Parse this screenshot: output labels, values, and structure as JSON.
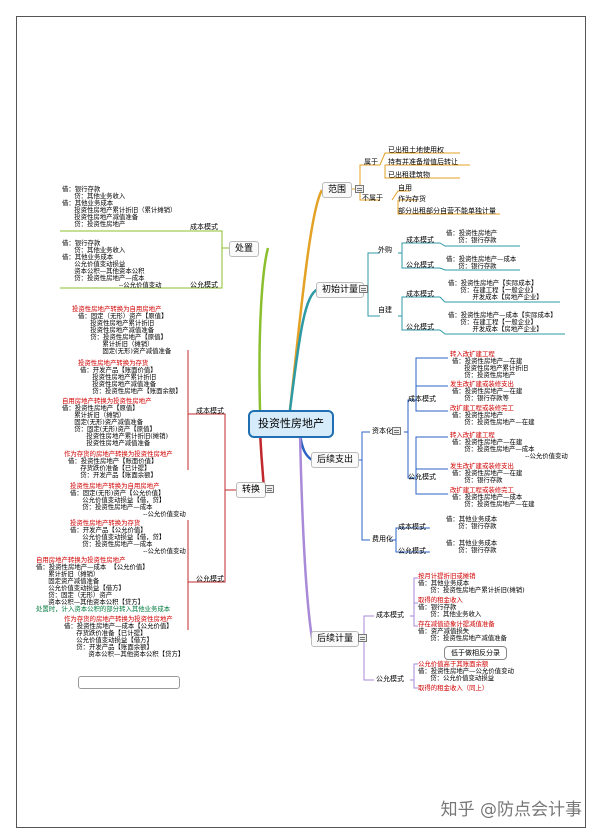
{
  "center": "投资性房地产",
  "main_nodes": {
    "scope": "范围",
    "initial": "初始计量",
    "disposal": "处置",
    "conversion": "转换",
    "subsequent_exp": "后续支出",
    "subsequent_meas": "后续计量"
  },
  "scope": {
    "belongs": "属于",
    "belongs_items": [
      "已出租土地使用权",
      "持有并准备增值后转让",
      "已出租建筑物"
    ],
    "not_belongs": "不属于",
    "not_items": [
      "自用",
      "作为存货",
      "部分出租部分自营不能单独计量"
    ]
  },
  "initial": {
    "purchased": "外购",
    "self_built": "自建",
    "cost_mode": "成本模式",
    "fair_mode": "公允模式",
    "p_cost": [
      "借：投资性房地产",
      "      贷：银行存款"
    ],
    "p_fair": [
      "借：投资性房地产—成本",
      "      贷：银行存款"
    ],
    "s_cost": [
      "借：投资性房地产【实际成本】",
      "      贷：在建工程【一般企业】",
      "            开发成本【房地产企业】"
    ],
    "s_fair": [
      "借：投资性房地产—成本【实际成本】",
      "      贷：在建工程【一般企业】",
      "            开发成本【房地产企业】"
    ]
  },
  "disposal": {
    "cost_mode": "成本模式",
    "fair_mode": "公允模式",
    "cost_entry": [
      "借：银行存款",
      "      贷：其他业务收入",
      "借：其他业务成本",
      "      投资性房地产累计折旧（累计摊销）",
      "      投资性房地产减值准备",
      "      贷：投资性房地产"
    ],
    "fair_entry": [
      "借：银行存款",
      "      贷：其他业务收入",
      "借：其他业务成本",
      "      公允价值变动损益",
      "      资本公积—其他资本公积",
      "      贷：投资性房地产—成本",
      "                            --公允价值变动"
    ]
  },
  "conversion": {
    "cost_mode": "成本模式",
    "fair_mode": "公允模式",
    "c1_title": "投资性房地产转换为自用房地产",
    "c1": [
      "借：固定（无形）资产【原值】",
      "      投资性房地产累计折旧",
      "      投资性房地产减值准备",
      "      贷：投资性房地产【原值】",
      "            累计折旧（摊销）",
      "            固定(无形)资产减值准备"
    ],
    "c2_title": "投资性房地产转换为存货",
    "c2": [
      "借：开发产品【账面价值】",
      "      投资性房地产累计折旧",
      "      投资性房地产减值准备",
      "      贷：投资性房地产【账面余额】"
    ],
    "c3_title": "自用房地产转换为投资性房地产",
    "c3": [
      "借：投资性房地产【原值】",
      "      累计折旧（摊销）",
      "      固定(无形)资产减值准备",
      "      贷：固定(无形)资产【原值】",
      "            投资性房地产累计折旧(摊销)",
      "            投资性房地产减值准备"
    ],
    "c4_title": "作为存货的房地产转换为投资性房地产",
    "c4": [
      "借：投资性房地产【账面价值】",
      "      存货跌价准备【已计提】",
      "      贷：开发产品【账面余额】"
    ],
    "f1_title": "投资性房地产转换为自用房地产",
    "f1": [
      "借：固定(无形)资产【公允价值】",
      "      公允价值变动损益【借，贷】",
      "      贷：投资性房地产—成本",
      "                                    --公允价值变动"
    ],
    "f2_title": "投资性房地产转换为存货",
    "f2": [
      "借：开发产品【公允价值】",
      "      公允价值变动损益【借，贷】",
      "      贷：投资性房地产—成本",
      "                                    --公允价值变动"
    ],
    "f3_title": "自用房地产转换为投资性房地产",
    "f3": [
      "借：投资性房地产—成本  【公允价值】",
      "      累计折旧（摊销）",
      "      固定资产减值准备",
      "      公允价值变动损益【借方】",
      "      贷：固定（无形）资产",
      "      资本公积—其他资本公积【贷方】"
    ],
    "f3_note": "处置时，计入资本公积的部分转入其他业务成本",
    "f4_title": "作为存货的房地产转换为投资性房地产",
    "f4": [
      "借：投资性房地产—成本【公允价值】",
      "      存货跌价准备【已计提】",
      "      公允价值变动损益【借方】",
      "      贷：开发产品【账面余额】",
      "            资本公积—其他资本公积【贷方】"
    ]
  },
  "subsequent_exp": {
    "capitalized": "资本化",
    "expensed": "费用化",
    "cost_mode": "成本模式",
    "fair_mode": "公允模式",
    "a1_title": "转入改扩建工程",
    "a1": [
      "借：投资性房地产—在建",
      "      投资性房地产累计折旧",
      "      贷：投资性房地产"
    ],
    "a2_title": "发生改扩建或装修支出",
    "a2": [
      "借：投资性房地产—在建",
      "      贷：银行存款等"
    ],
    "a3_title": "改扩建工程或装修完工",
    "a3": [
      "借：投资性房地产",
      "      贷：投资性房地产—在建"
    ],
    "b1_title": "转入改扩建工程",
    "b1": [
      "借：投资性房地产—在建",
      "      贷：投资性房地产—成本",
      "                                    --公允价值变动"
    ],
    "b2_title": "发生改扩建或装修支出",
    "b2": [
      "借：投资性房地产—在建",
      "      贷：银行存款"
    ],
    "b3_title": "改扩建工程或装修完工",
    "b3": [
      "借：投资性房地产—成本",
      "      贷：投资性房地产—在建"
    ],
    "e_cost": [
      "借：其他业务成本",
      "      贷：银行存款"
    ],
    "e_fair": [
      "借：其他业务成本",
      "      贷：银行存款"
    ]
  },
  "subsequent_meas": {
    "cost_mode": "成本模式",
    "fair_mode": "公允模式",
    "m1_title": "按月计提折旧或摊销",
    "m1": [
      "借：其他业务成本",
      "      贷：投资性房地产累计折旧(摊销)"
    ],
    "m2_title": "取得的租金收入",
    "m2": [
      "借：银行存款",
      "      贷：其他业务收入"
    ],
    "m3_title": "存在减值迹象计提减值准备",
    "m3": [
      "借：资产减值损失",
      "      贷：投资性房地产减值准备"
    ],
    "f_tag": "低于做相反分录",
    "f1_title": "公允价值高于其账面余额",
    "f1": [
      "借：投资性房地产—公允价值变动",
      "      贷：公允价值变动损益"
    ],
    "f2_title": "取得的租金收入（同上）"
  },
  "watermark": "知乎 @防点会计事"
}
